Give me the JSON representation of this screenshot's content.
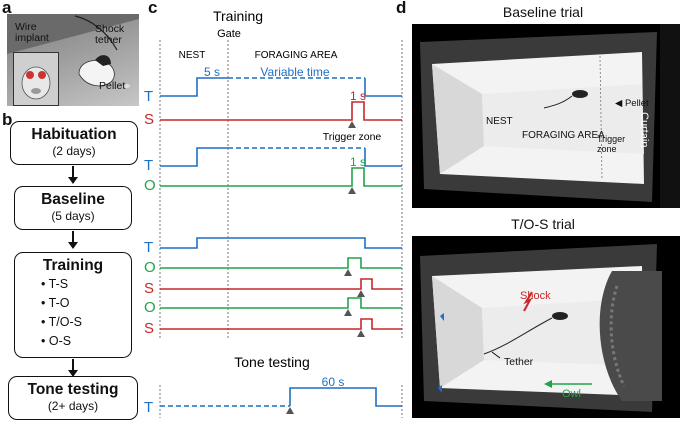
{
  "panels": {
    "a": "a",
    "b": "b",
    "c": "c",
    "d": "d"
  },
  "panel_a": {
    "wire_implant": "Wire\nimplant",
    "shock_tether": "Shock\ntether",
    "pellet": "Pellet"
  },
  "panel_b": {
    "habituation": {
      "title": "Habituation",
      "sub": "(2 days)"
    },
    "baseline": {
      "title": "Baseline",
      "sub": "(5 days)"
    },
    "training": {
      "title": "Training",
      "items": [
        "T-S",
        "T-O",
        "T/O-S",
        "O-S"
      ]
    },
    "tone_testing": {
      "title": "Tone testing",
      "sub": "(2+ days)"
    }
  },
  "panel_c": {
    "title_training": "Training",
    "title_tone": "Tone testing",
    "gate": "Gate",
    "nest": "NEST",
    "foraging_area": "FORAGING AREA",
    "five_s": "5 s",
    "variable_time": "Variable time",
    "one_s_a": "1 s",
    "one_s_b": "1 s",
    "trigger_zone": "Trigger zone",
    "sixty_s": "60 s",
    "rows": [
      {
        "label": "T",
        "color": "#1f6fc4"
      },
      {
        "label": "S",
        "color": "#c62828"
      },
      {
        "label": "T",
        "color": "#1f6fc4"
      },
      {
        "label": "O",
        "color": "#22a34a"
      },
      {
        "label": "T",
        "color": "#1f6fc4"
      },
      {
        "label": "O",
        "color": "#22a34a"
      },
      {
        "label": "S",
        "color": "#c62828"
      },
      {
        "label": "O",
        "color": "#22a34a"
      },
      {
        "label": "S",
        "color": "#c62828"
      },
      {
        "label": "T",
        "color": "#1f6fc4"
      }
    ],
    "colors": {
      "tone": "#1f6fc4",
      "shock": "#c62828",
      "owl": "#22a34a"
    }
  },
  "panel_d": {
    "baseline_title": "Baseline trial",
    "tos_title": "T/O-S trial",
    "pellet": "◀ Pellet",
    "curtain": "Curtain",
    "nest": "NEST",
    "foraging_area": "FORAGING AREA",
    "trigger_zone": "Trigger\nzone",
    "shock": "Shock",
    "tether": "Tether",
    "owl": "Owl"
  }
}
